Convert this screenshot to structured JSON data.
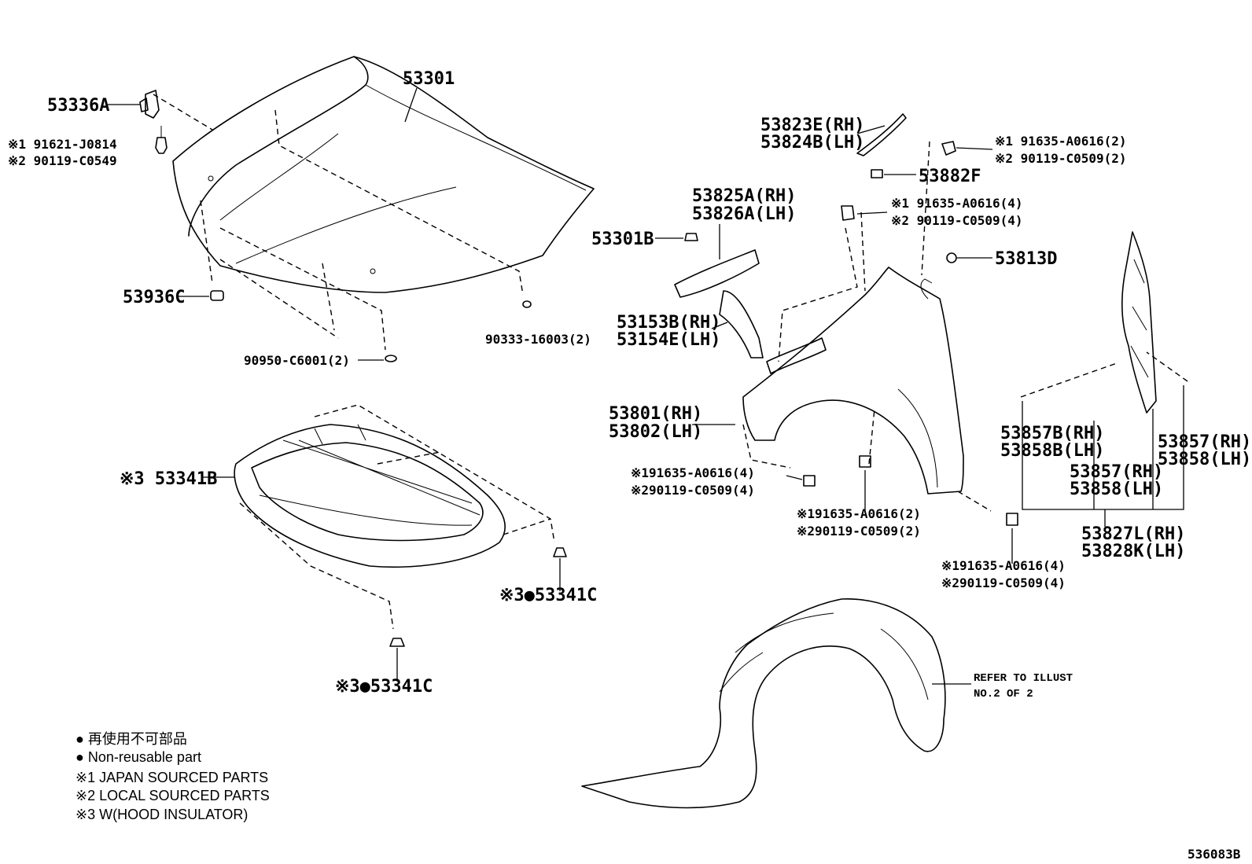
{
  "diagram_id": "536083B",
  "labels": {
    "hood": "53301",
    "hood_hinge": "53336A",
    "hood_hinge_bolt_jp": "※1 91621-J0814",
    "hood_hinge_bolt_local": "※2 90119-C0549",
    "hood_cushion": "53936C",
    "hood_plug_a": "90950-C6001(2)",
    "hood_plug_b": "90333-16003(2)",
    "seal_rh": "53823E(RH)",
    "seal_lh": "53824B(LH)",
    "fender_bolt_top_jp": "※1 91635-A0616(2)",
    "fender_bolt_top_local": "※2 90119-C0509(2)",
    "fender_nut": "53882F",
    "fender_bolt_upper_jp": "※1 91635-A0616(4)",
    "fender_bolt_upper_local": "※2 90119-C0509(4)",
    "bracket_rh": "53825A(RH)",
    "bracket_lh": "53826A(LH)",
    "cushion_53301B": "53301B",
    "grommet_53813D": "53813D",
    "seal_block_rh": "53153B(RH)",
    "seal_block_lh": "53154E(LH)",
    "fender_rh": "53801(RH)",
    "fender_lh": "53802(LH)",
    "fender_bolt_front_jp": "※191635-A0616(4)",
    "fender_bolt_front_local": "※290119-C0509(4)",
    "fender_bolt_mid_jp": "※191635-A0616(2)",
    "fender_bolt_mid_local": "※290119-C0509(2)",
    "fender_bolt_rear_jp": "※191635-A0616(4)",
    "fender_bolt_rear_local": "※290119-C0509(4)",
    "clip_b_rh": "53857B(RH)",
    "clip_b_lh": "53858B(LH)",
    "clip_c_rh": "53857(RH)",
    "clip_c_lh": "53858(LH)",
    "clip_d_rh": "53857(RH)",
    "clip_d_lh": "53858(LH)",
    "protector_rh": "53827L(RH)",
    "protector_lh": "53828K(LH)",
    "insulator": "※3 53341B",
    "insulator_clip_a": "※3●53341C",
    "insulator_clip_b": "※3●53341C",
    "liner_ref_1": "REFER TO ILLUST",
    "liner_ref_2": "NO.2 OF 2"
  },
  "legend": {
    "jp_nonreuse": "● 再使用不可部品",
    "en_nonreuse": "● Non-reusable part",
    "note1": "※1 JAPAN SOURCED PARTS",
    "note2": "※2 LOCAL SOURCED PARTS",
    "note3": "※3 W(HOOD INSULATOR)"
  }
}
